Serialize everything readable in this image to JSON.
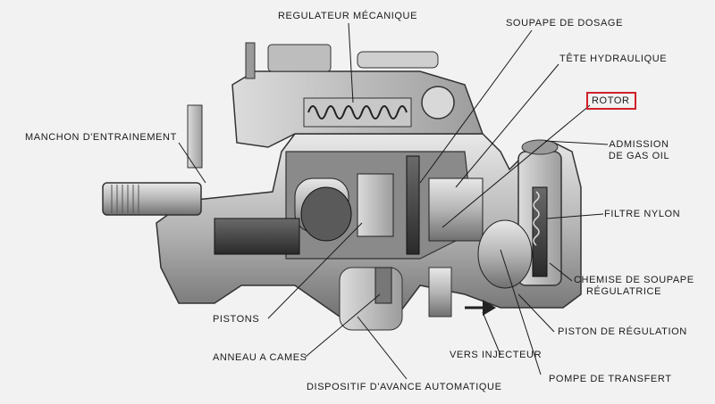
{
  "diagram": {
    "labels": {
      "regulateur": "REGULATEUR MÉCANIQUE",
      "soupape_dosage": "SOUPAPE DE DOSAGE",
      "tete_hydraulique": "TÊTE HYDRAULIQUE",
      "rotor": "ROTOR",
      "admission_1": "ADMISSION",
      "admission_2": "DE GAS OIL",
      "manchon": "MANCHON D'ENTRAINEMENT",
      "filtre": "FILTRE NYLON",
      "chemise_1": "CHEMISE DE SOUPAPE",
      "chemise_2": "RÉGULATRICE",
      "pistons": "PISTONS",
      "piston_regulation": "PISTON DE RÉGULATION",
      "anneau": "ANNEAU A CAMES",
      "vers_injecteur": "VERS INJECTEUR",
      "pompe_transfert": "POMPE DE TRANSFERT",
      "dispositif": "DISPOSITIF D'AVANCE AUTOMATIQUE"
    },
    "highlight_color": "#d0202a"
  }
}
